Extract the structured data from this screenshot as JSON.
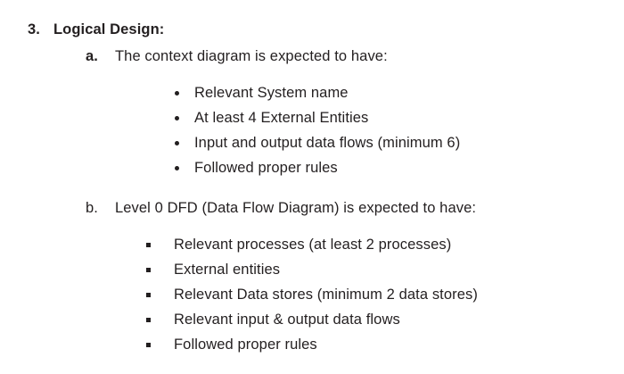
{
  "document": {
    "background_color": "#ffffff",
    "text_color": "#231f20",
    "sections": [
      {
        "marker": "3.",
        "title": "Logical Design:",
        "bold": true
      }
    ],
    "subsections": [
      {
        "marker": "a.",
        "bold_marker": true,
        "text": "The context diagram is expected to have:",
        "bullet_style": "disc",
        "bullets": [
          "Relevant System name",
          "At least 4 External Entities",
          "Input and output data flows (minimum 6)",
          "Followed proper rules"
        ]
      },
      {
        "marker": "b.",
        "bold_marker": false,
        "text": "Level 0 DFD (Data Flow Diagram) is expected to have:",
        "bullet_style": "square",
        "bullets": [
          "Relevant processes (at least 2 processes)",
          "External entities",
          "Relevant Data stores (minimum 2 data stores)",
          "Relevant input & output data flows",
          "Followed proper rules"
        ]
      }
    ]
  }
}
